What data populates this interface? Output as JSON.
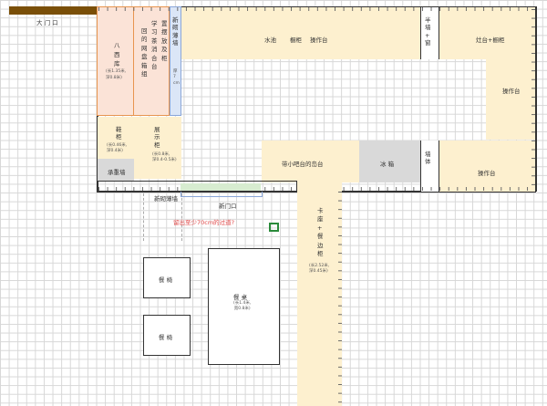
{
  "labels": {
    "gate": "大 门 口",
    "eight_west": "八\n西\n库",
    "eight_west_dim": "(长1.35米,\n深0.8米)",
    "recycle": "回\n的\n网\n盘\n箱\n组",
    "learning": "学\n习\n茶\n消\n合\n台",
    "lamp_cabinet": "置\n摆\n放\n及\n柜",
    "new_wall": "新\n砌\n薄\n墙",
    "new_wall_dim": "厚\n7\ncm",
    "sink": "水池",
    "cabinet": "橱柜",
    "worktop": "操作台",
    "window_pillar": "半\n墙\n+\n窗",
    "stove": "灶台+橱柜",
    "worktop_right": "操作台",
    "shoe": "鞋\n柜",
    "shoe_dim": "(长0.46米,\n深0.4米)",
    "display": "展\n示\n柜",
    "display_dim": "(长0.8米,\n深0.4-0.5米)",
    "bearing_wall": "承重墙",
    "island": "带小吧台的岛台",
    "fridge": "冰 箱",
    "wall_body": "墙\n体",
    "worktop_bottom": "操作台",
    "new_wall_bottom": "新砌薄墙",
    "new_door": "新门口",
    "question": "留出至少70cm的过道?",
    "cards": "卡\n座\n+\n餐\n边\n柜",
    "cards_dim": "(长2.52米,\n深0.45米)",
    "chair_top": "餐 椅",
    "chair_bottom": "餐 椅",
    "table": "餐 桌",
    "table_dim": "(长1.4米,\n宽0.8米)"
  },
  "colors": {
    "cream": "#fdf0cf",
    "pink": "#fbe3d7",
    "orange": "#e8954f",
    "blue": "#dbe6f7",
    "gray": "#d9d9d9",
    "green": "#2a8a3a",
    "brown": "#7a4f08",
    "red": "#e24a4a"
  },
  "icons": {
    "selected_cell": "selection-cursor-icon"
  }
}
